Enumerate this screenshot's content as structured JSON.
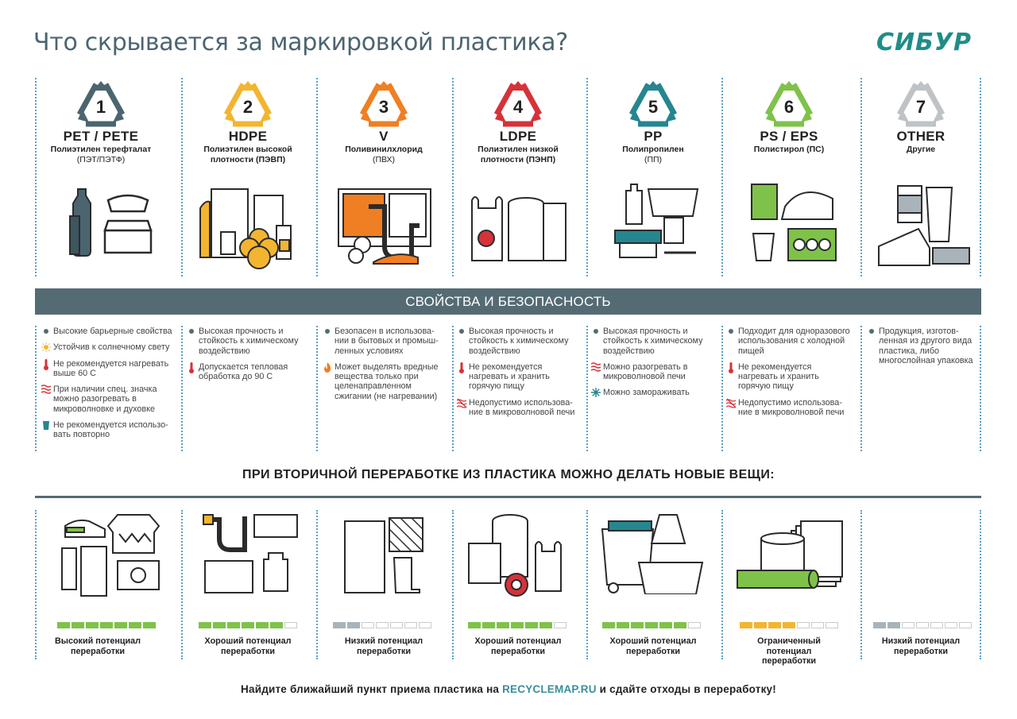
{
  "header": {
    "title": "Что скрывается за маркировкой пластика?",
    "logo_text": "СИБУР"
  },
  "types": [
    {
      "number": "1",
      "code": "PET / PETE",
      "name": "Полиэтилен терефталат",
      "abbr": "(ПЭТ/ПЭТФ)",
      "color": "#4b6570"
    },
    {
      "number": "2",
      "code": "HDPE",
      "name": "Полиэтилен высокой плотности (ПЭВП)",
      "abbr": "",
      "color": "#f3b530"
    },
    {
      "number": "3",
      "code": "V",
      "name": "Поливинилхлорид",
      "abbr": "(ПВХ)",
      "color": "#ef7f22"
    },
    {
      "number": "4",
      "code": "LDPE",
      "name": "Полиэтилен низкой плотности (ПЭНП)",
      "abbr": "",
      "color": "#d6323a"
    },
    {
      "number": "5",
      "code": "PP",
      "name": "Полипропилен",
      "abbr": "(ПП)",
      "color": "#25868f"
    },
    {
      "number": "6",
      "code": "PS / EPS",
      "name": "Полистирол (ПС)",
      "abbr": "",
      "color": "#7fc24a"
    },
    {
      "number": "7",
      "code": "OTHER",
      "name": "Другие",
      "abbr": "",
      "color": "#bfc3c5"
    }
  ],
  "band_title": "СВОЙСТВА И БЕЗОПАСНОСТЬ",
  "properties": [
    [
      {
        "icon": "dot-icon",
        "text": "Высокие барьерные свойства"
      },
      {
        "icon": "sun-icon",
        "text": "Устойчив к солнечному свету"
      },
      {
        "icon": "thermometer-icon",
        "text": "Не рекомендуется нагревать выше 60 С"
      },
      {
        "icon": "microwave-waves-icon",
        "text": "При наличии спец. значка можно разогревать в микроволновке и духовке"
      },
      {
        "icon": "cup-icon",
        "text": "Не рекомендуется использо-вать повторно"
      }
    ],
    [
      {
        "icon": "dot-icon",
        "text": "Высокая прочность и стойкость к химическому воздействию"
      },
      {
        "icon": "thermometer-icon",
        "text": "Допускается тепловая обработка до 90 С"
      }
    ],
    [
      {
        "icon": "dot-icon",
        "text": "Безопасен в использова-нии в бытовых и промыш-ленных условиях"
      },
      {
        "icon": "flame-icon",
        "text": "Может выделять вредные вещества только при целенаправленном сжигании (не нагревании)"
      }
    ],
    [
      {
        "icon": "dot-icon",
        "text": "Высокая прочность и стойкость к химическому воздействию"
      },
      {
        "icon": "thermometer-icon",
        "text": "Не рекомендуется нагревать и хранить горячую пищу"
      },
      {
        "icon": "no-microwave-icon",
        "text": "Недопустимо использова-ние в микроволновой печи"
      }
    ],
    [
      {
        "icon": "dot-icon",
        "text": "Высокая прочность и стойкость к химическому воздействию"
      },
      {
        "icon": "microwave-waves-icon",
        "text": "Можно разогревать в микроволновой печи"
      },
      {
        "icon": "snowflake-icon",
        "text": "Можно замораживать"
      }
    ],
    [
      {
        "icon": "dot-icon",
        "text": "Подходит для одноразового использования с холодной пищей"
      },
      {
        "icon": "thermometer-icon",
        "text": "Не рекомендуется нагревать и хранить горячую пищу"
      },
      {
        "icon": "no-microwave-icon",
        "text": "Недопустимо использова-ние в микроволновой печи"
      }
    ],
    [
      {
        "icon": "dot-icon",
        "text": "Продукция, изготов-ленная из другого вида пластика, либо многослойная упаковка"
      }
    ]
  ],
  "recycle_heading": "ПРИ ВТОРИЧНОЙ ПЕРЕРАБОТКЕ ИЗ ПЛАСТИКА МОЖНО ДЕЛАТЬ НОВЫЕ ВЕЩИ:",
  "potential": [
    {
      "label": "Высокий потенциал переработки",
      "level": 7,
      "total": 7,
      "color": "#7fc24a"
    },
    {
      "label": "Хороший потенциал переработки",
      "level": 6,
      "total": 7,
      "color": "#7fc24a"
    },
    {
      "label": "Низкий потенциал переработки",
      "level": 2,
      "total": 7,
      "color": "#a9b4ba"
    },
    {
      "label": "Хороший потенциал переработки",
      "level": 6,
      "total": 7,
      "color": "#7fc24a"
    },
    {
      "label": "Хороший потенциал переработки",
      "level": 6,
      "total": 7,
      "color": "#7fc24a"
    },
    {
      "label": "Ограниченный потенциал переработки",
      "level": 4,
      "total": 7,
      "color": "#f3b530"
    },
    {
      "label": "Низкий потенциал переработки",
      "level": 2,
      "total": 7,
      "color": "#a9b4ba"
    }
  ],
  "footer": {
    "before": "Найдите ближайший  пункт приема пластика на ",
    "link": "RECYCLEMAP.RU",
    "after": " и сдайте отходы в переработку!"
  },
  "colors": {
    "slate": "#556b73",
    "title": "#4b6570",
    "logo": "#1f8d86",
    "divider": "#5aa0c8"
  }
}
